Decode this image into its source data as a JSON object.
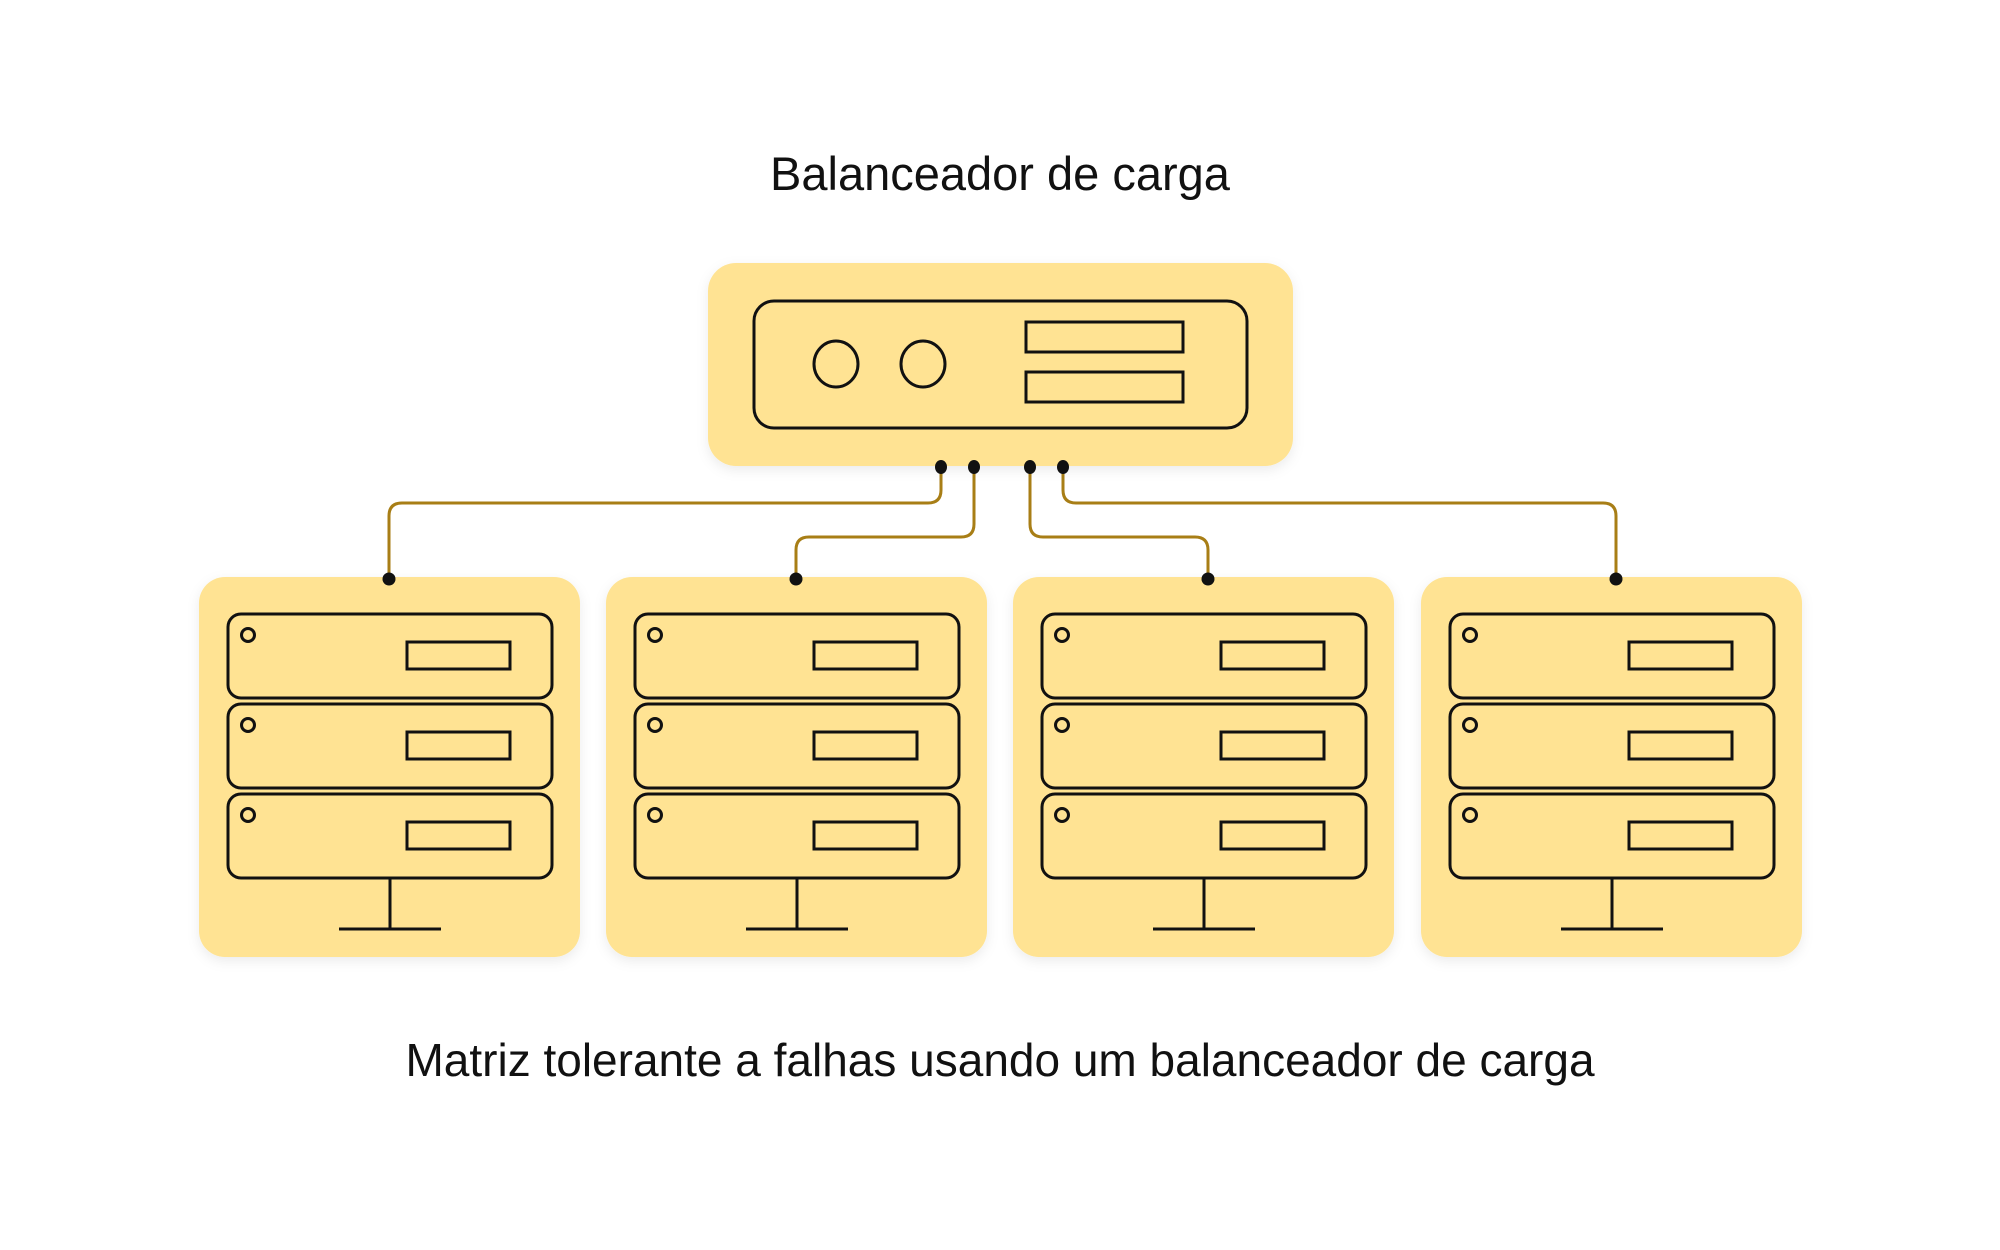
{
  "diagram": {
    "title": "Balanceador de carga",
    "caption": "Matriz tolerante a falhas usando um balanceador de carga",
    "colors": {
      "card_fill": "#FFE393",
      "stroke": "#111111",
      "wire": "#A87E16",
      "port": "#111111",
      "background": "#FFFFFF"
    },
    "load_balancer": {
      "name": "load-balancer",
      "icon": "load-balancer-icon",
      "indicator_count": 2,
      "slot_count": 2,
      "port_count": 4
    },
    "servers": [
      {
        "name": "server-1",
        "icon": "server-rack-icon",
        "unit_count": 3,
        "connected_port": 1
      },
      {
        "name": "server-2",
        "icon": "server-rack-icon",
        "unit_count": 3,
        "connected_port": 2
      },
      {
        "name": "server-3",
        "icon": "server-rack-icon",
        "unit_count": 3,
        "connected_port": 3
      },
      {
        "name": "server-4",
        "icon": "server-rack-icon",
        "unit_count": 3,
        "connected_port": 4
      }
    ]
  }
}
